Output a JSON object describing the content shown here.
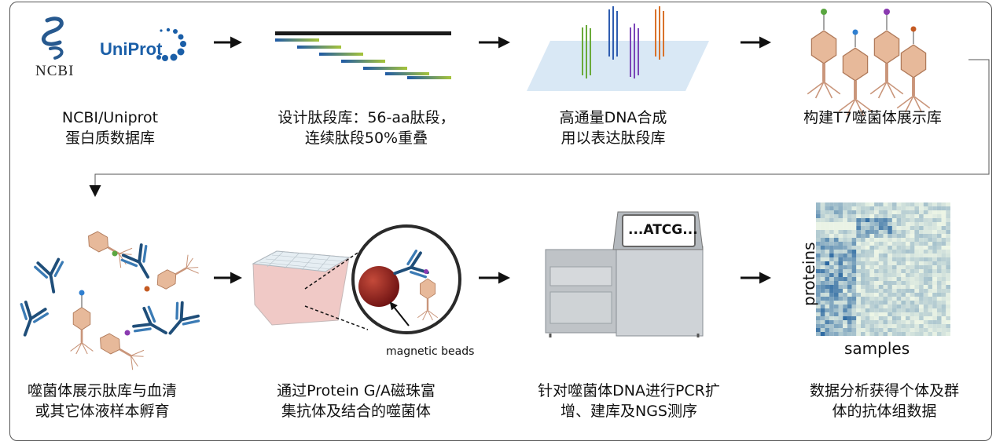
{
  "logos": {
    "ncbi": "NCBI",
    "uniprot": "UniProt"
  },
  "steps": [
    {
      "line1": "NCBI/Uniprot",
      "line2": "蛋白质数据库"
    },
    {
      "line1": "设计肽段库：56-aa肽段，",
      "line2": "连续肽段50%重叠"
    },
    {
      "line1": "高通量DNA合成",
      "line2": "用以表达肽段库"
    },
    {
      "line1": "构建T7噬菌体展示库",
      "line2": ""
    },
    {
      "line1": "噬菌体展示肽库与血清",
      "line2": "或其它体液样本孵育"
    },
    {
      "line1": "通过Protein  G/A磁珠富",
      "line2": "集抗体及结合的噬菌体"
    },
    {
      "line1": "针对噬菌体DNA进行PCR扩",
      "line2": "增、建库及NGS测序"
    },
    {
      "line1": "数据分析获得个体及群",
      "line2": "体的抗体组数据"
    }
  ],
  "labels": {
    "magnetic_beads": "magnetic beads",
    "screen_text": "...ATCG...",
    "heatmap_y": "proteins",
    "heatmap_x": "samples"
  },
  "colors": {
    "arrow": "#111111",
    "antibody": "#1f4e79",
    "phage": "#e0b79a",
    "bead": "#9b2020",
    "heatmap_low": "#eef6e6",
    "heatmap_high": "#1d5e9c"
  }
}
